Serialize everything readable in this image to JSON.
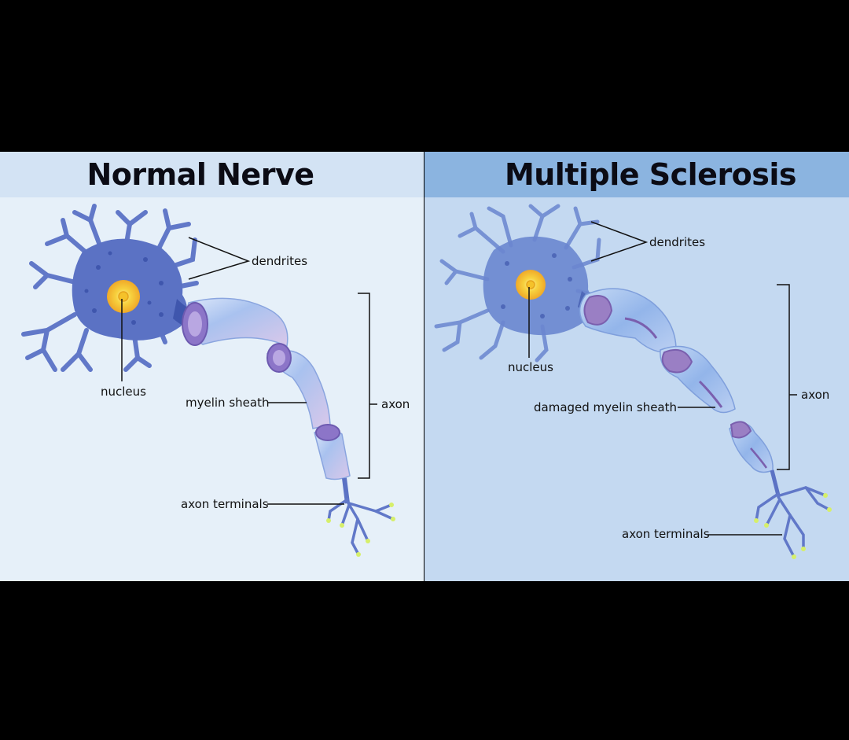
{
  "panels": {
    "normal": {
      "title": "Normal Nerve",
      "labels": {
        "dendrites": "dendrites",
        "nucleus": "nucleus",
        "myelin": "myelin sheath",
        "axon": "axon",
        "terminals": "axon terminals"
      }
    },
    "ms": {
      "title": "Multiple Sclerosis",
      "labels": {
        "dendrites": "dendrites",
        "nucleus": "nucleus",
        "myelin": "damaged myelin sheath",
        "axon": "axon",
        "terminals": "axon terminals"
      }
    }
  },
  "colors": {
    "background": "#000000",
    "normal_header": "#d3e3f4",
    "normal_body": "#e6f0f9",
    "ms_header": "#8bb4e0",
    "ms_body": "#c4d9f1",
    "neuron": "#5b72c4",
    "neuron_dark": "#3f56ad",
    "nucleus": "#f7d23f",
    "myelin": "#a8c2ee",
    "damage": "#9a7fc4",
    "terminal_tip": "#d6ef6a"
  }
}
